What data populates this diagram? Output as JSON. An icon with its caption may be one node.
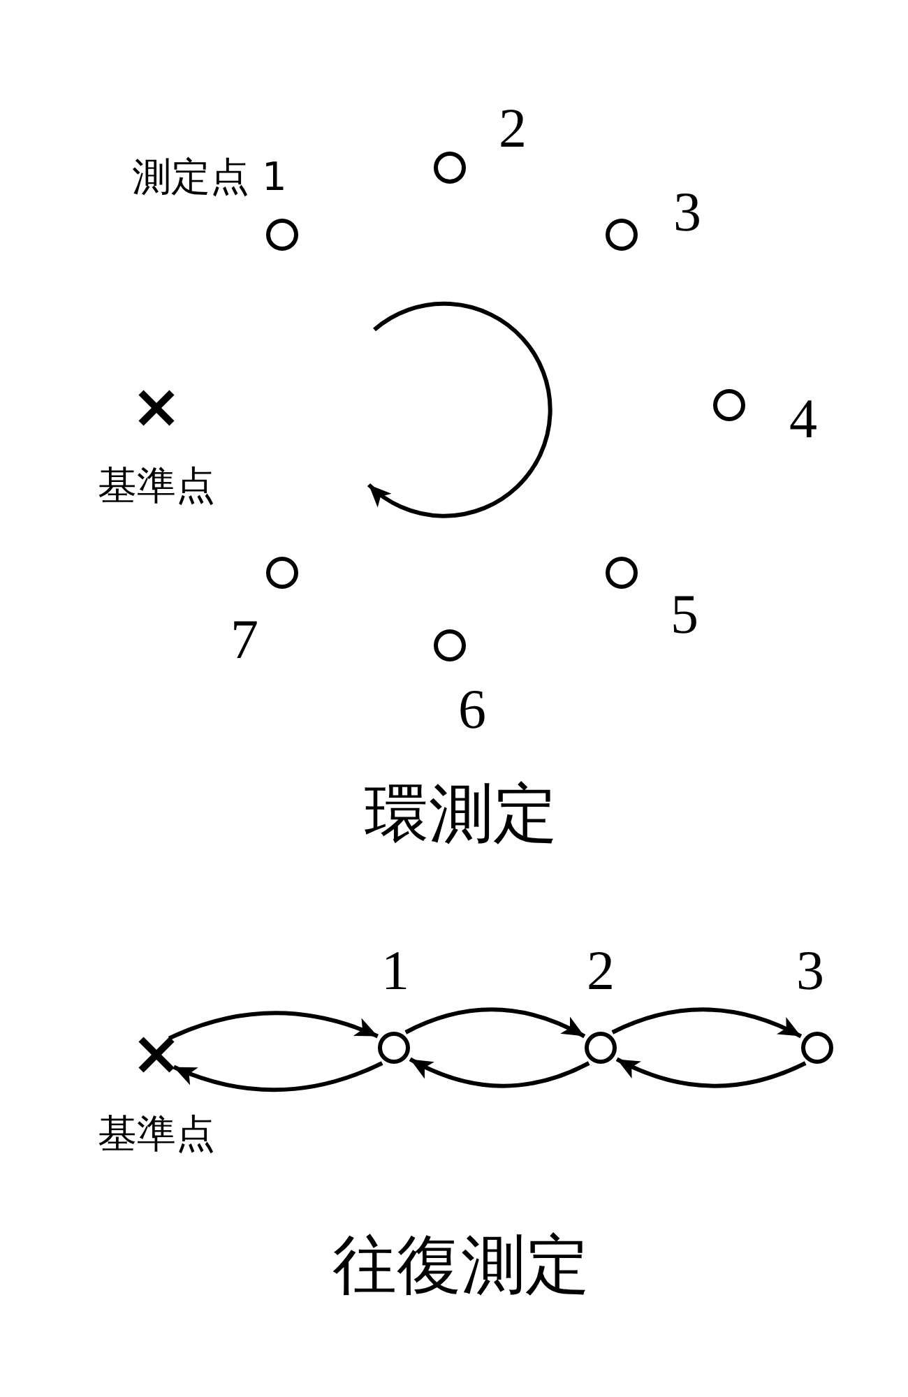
{
  "diagram": {
    "nodes": [
      {
        "text": [],
        "shape": "cross",
        "beside": [
          "基準点"
        ]
      },
      {
        "text": [],
        "shape": "circle",
        "beside": [
          "測定点 1"
        ]
      },
      {
        "text": [],
        "shape": "circle",
        "beside": [
          "2"
        ]
      },
      {
        "text": [],
        "shape": "circle",
        "beside": [
          "3"
        ]
      },
      {
        "text": [],
        "shape": "circle",
        "beside": [
          "4"
        ]
      },
      {
        "text": [],
        "shape": "circle",
        "beside": [
          "5"
        ]
      },
      {
        "text": [],
        "shape": "circle",
        "beside": [
          "6"
        ]
      },
      {
        "text": [],
        "shape": "circle",
        "beside": [
          "7"
        ]
      },
      {
        "text": [],
        "shape": "cross",
        "beside": [
          "基準点"
        ]
      },
      {
        "text": [],
        "shape": "circle",
        "beside": [
          "1"
        ]
      },
      {
        "text": [],
        "shape": "circle",
        "beside": [
          "2"
        ]
      },
      {
        "text": [],
        "shape": "circle",
        "beside": [
          "3"
        ]
      }
    ],
    "edges": [
      {
        "from": 8,
        "to": 9,
        "arrow": "to"
      },
      {
        "from": 9,
        "to": 8,
        "arrow": "to"
      },
      {
        "from": 9,
        "to": 10,
        "arrow": "to"
      },
      {
        "from": 10,
        "to": 9,
        "arrow": "to"
      },
      {
        "from": 10,
        "to": 11,
        "arrow": "to"
      },
      {
        "from": 11,
        "to": 10,
        "arrow": "to"
      }
    ],
    "labels": [
      "環測定",
      "往復測定"
    ]
  }
}
